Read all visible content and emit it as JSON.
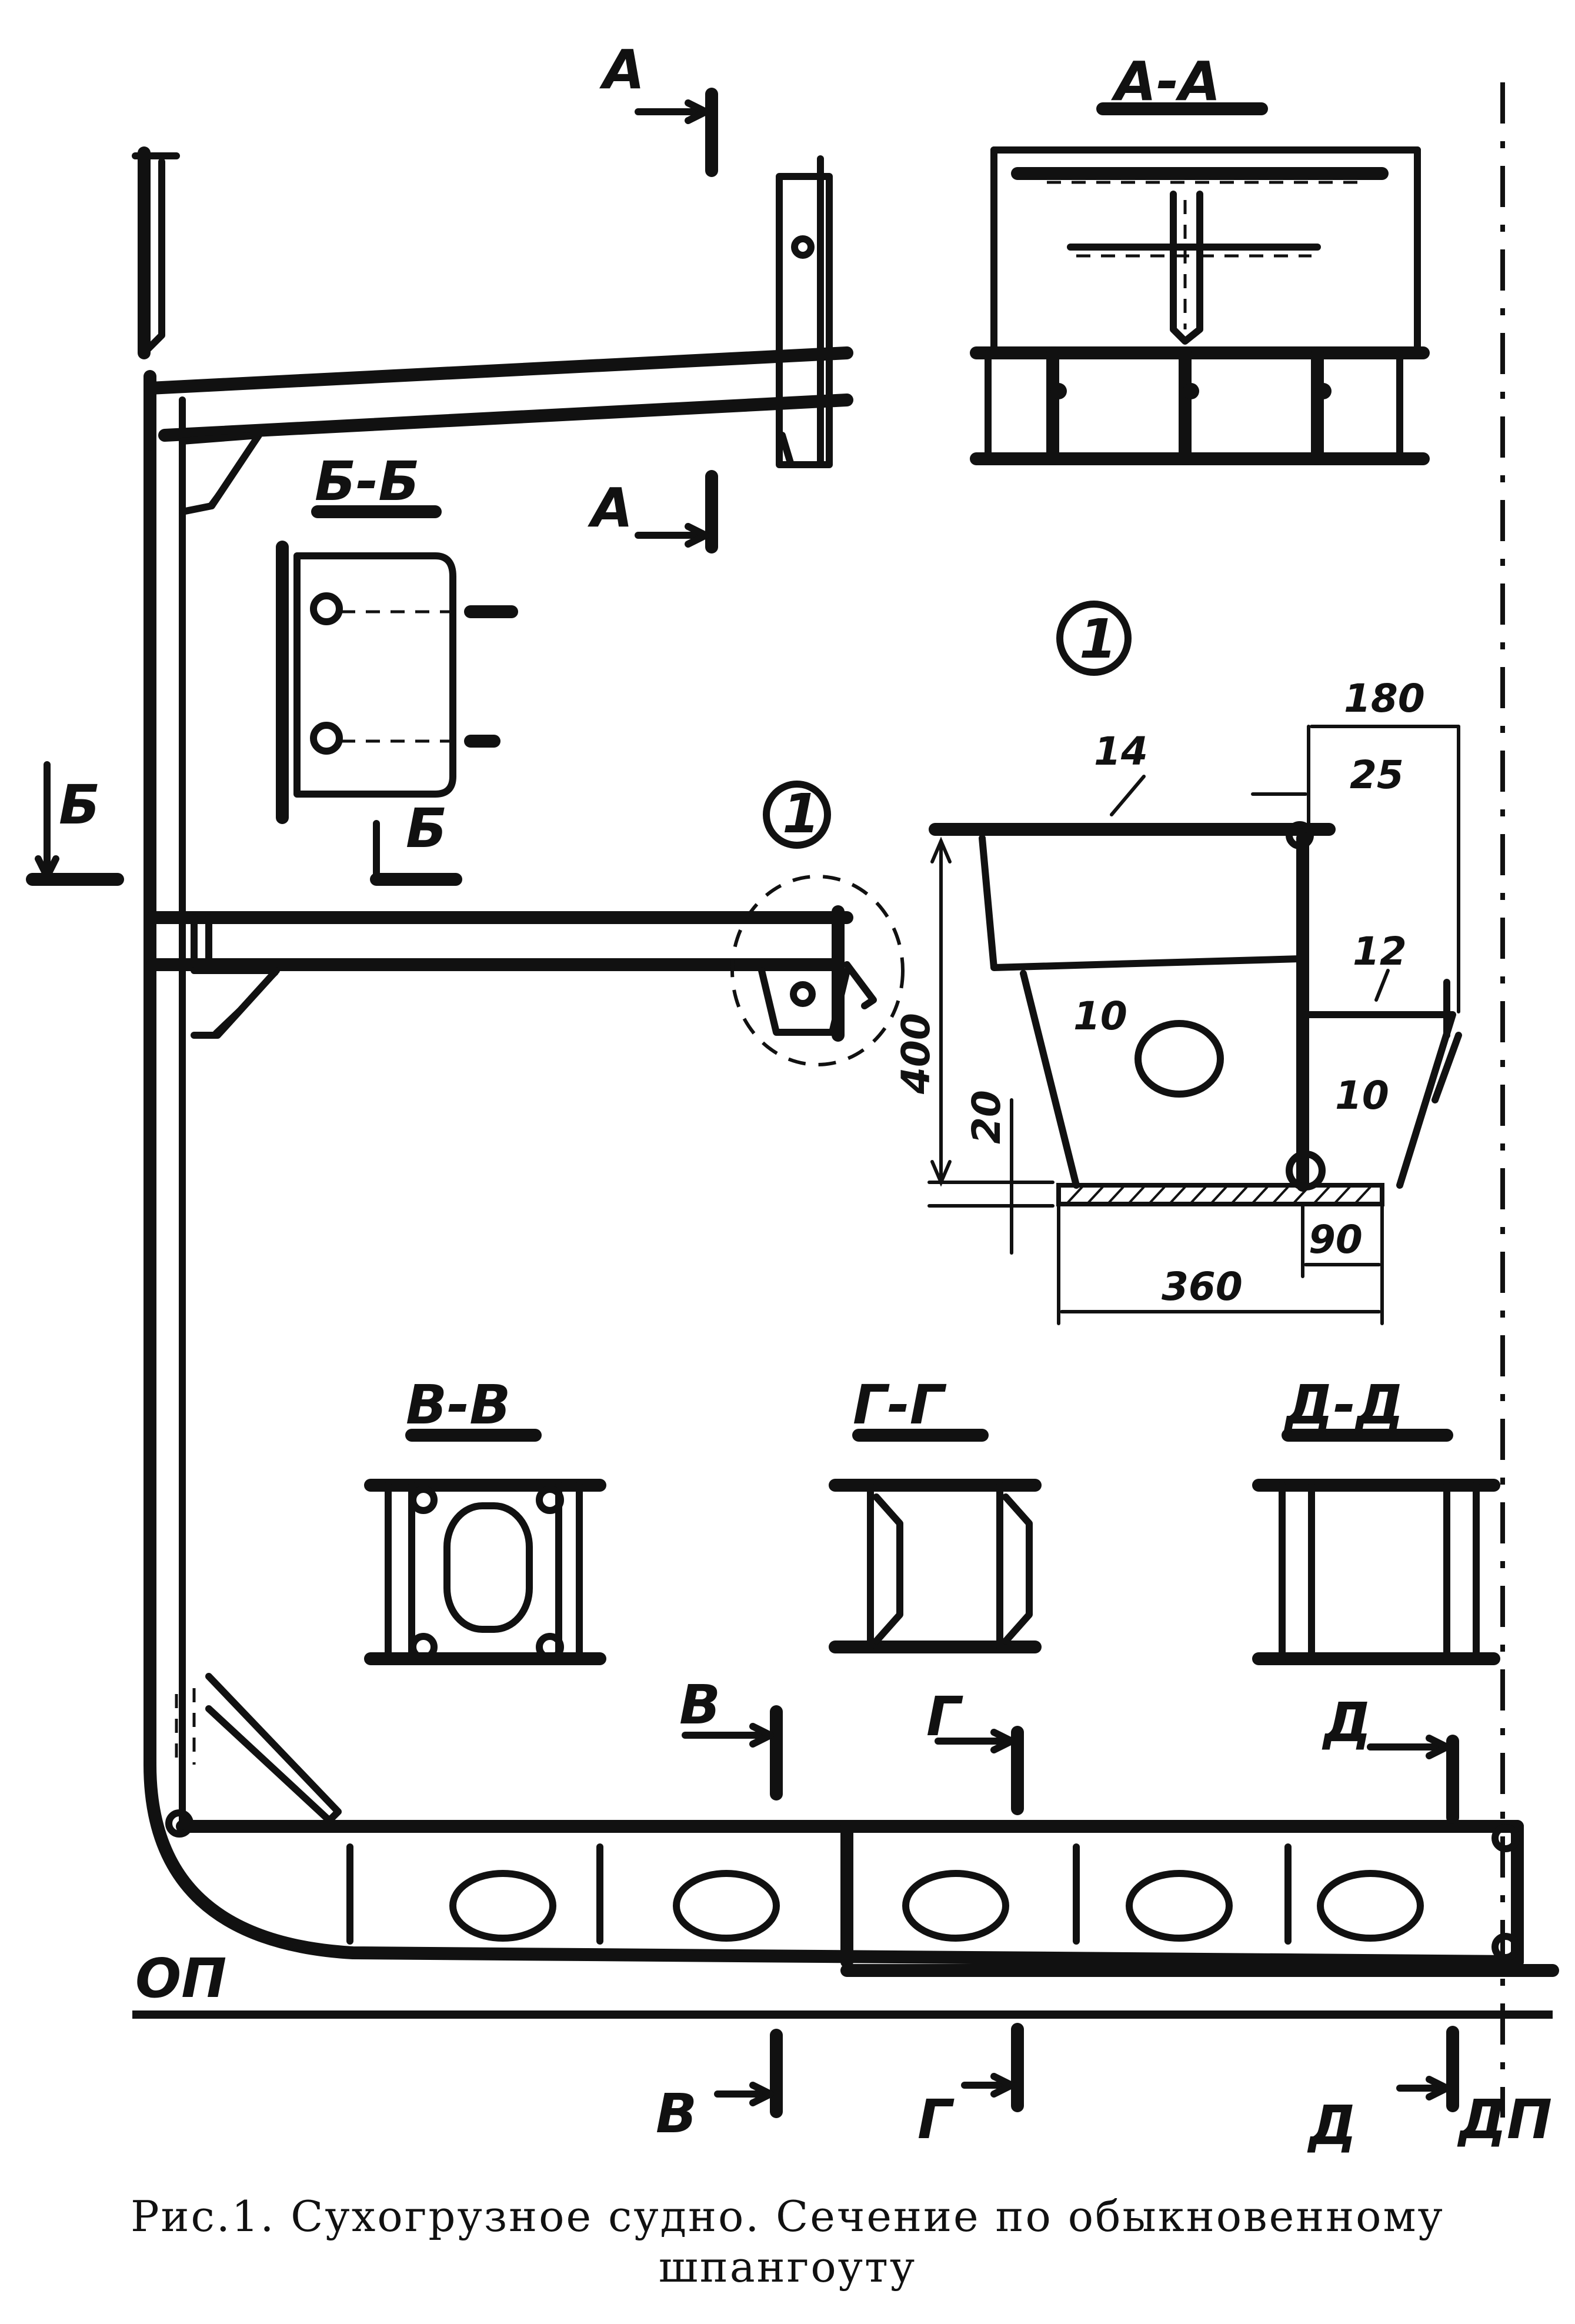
{
  "labels": {
    "section_aa": "А-А",
    "marker_a_top": "А",
    "marker_a_bottom": "А",
    "section_bb": "Б-Б",
    "marker_b_left": "Б",
    "marker_b_small": "Б",
    "section_vv": "В-В",
    "section_gg": "Г-Г",
    "section_dd": "Д-Д",
    "marker_v_top": "В",
    "marker_v_bottom": "В",
    "marker_g_top": "Г",
    "marker_g_bottom": "Г",
    "marker_d_top": "Д",
    "marker_d_bottom": "Д",
    "baseline": "ОП",
    "centerline": "ДП",
    "detail_ref": "1",
    "detail_ref_large": "1"
  },
  "dimensions": {
    "d180": "180",
    "d25": "25",
    "d14": "14",
    "d12": "12",
    "d10_left": "10",
    "d10_right": "10",
    "d400": "400",
    "d20": "20",
    "d90": "90",
    "d360": "360"
  },
  "caption": {
    "line1": "Рис.1. Сухогрузное судно. Сечение по обыкновенному",
    "line2": "шпангоуту"
  }
}
